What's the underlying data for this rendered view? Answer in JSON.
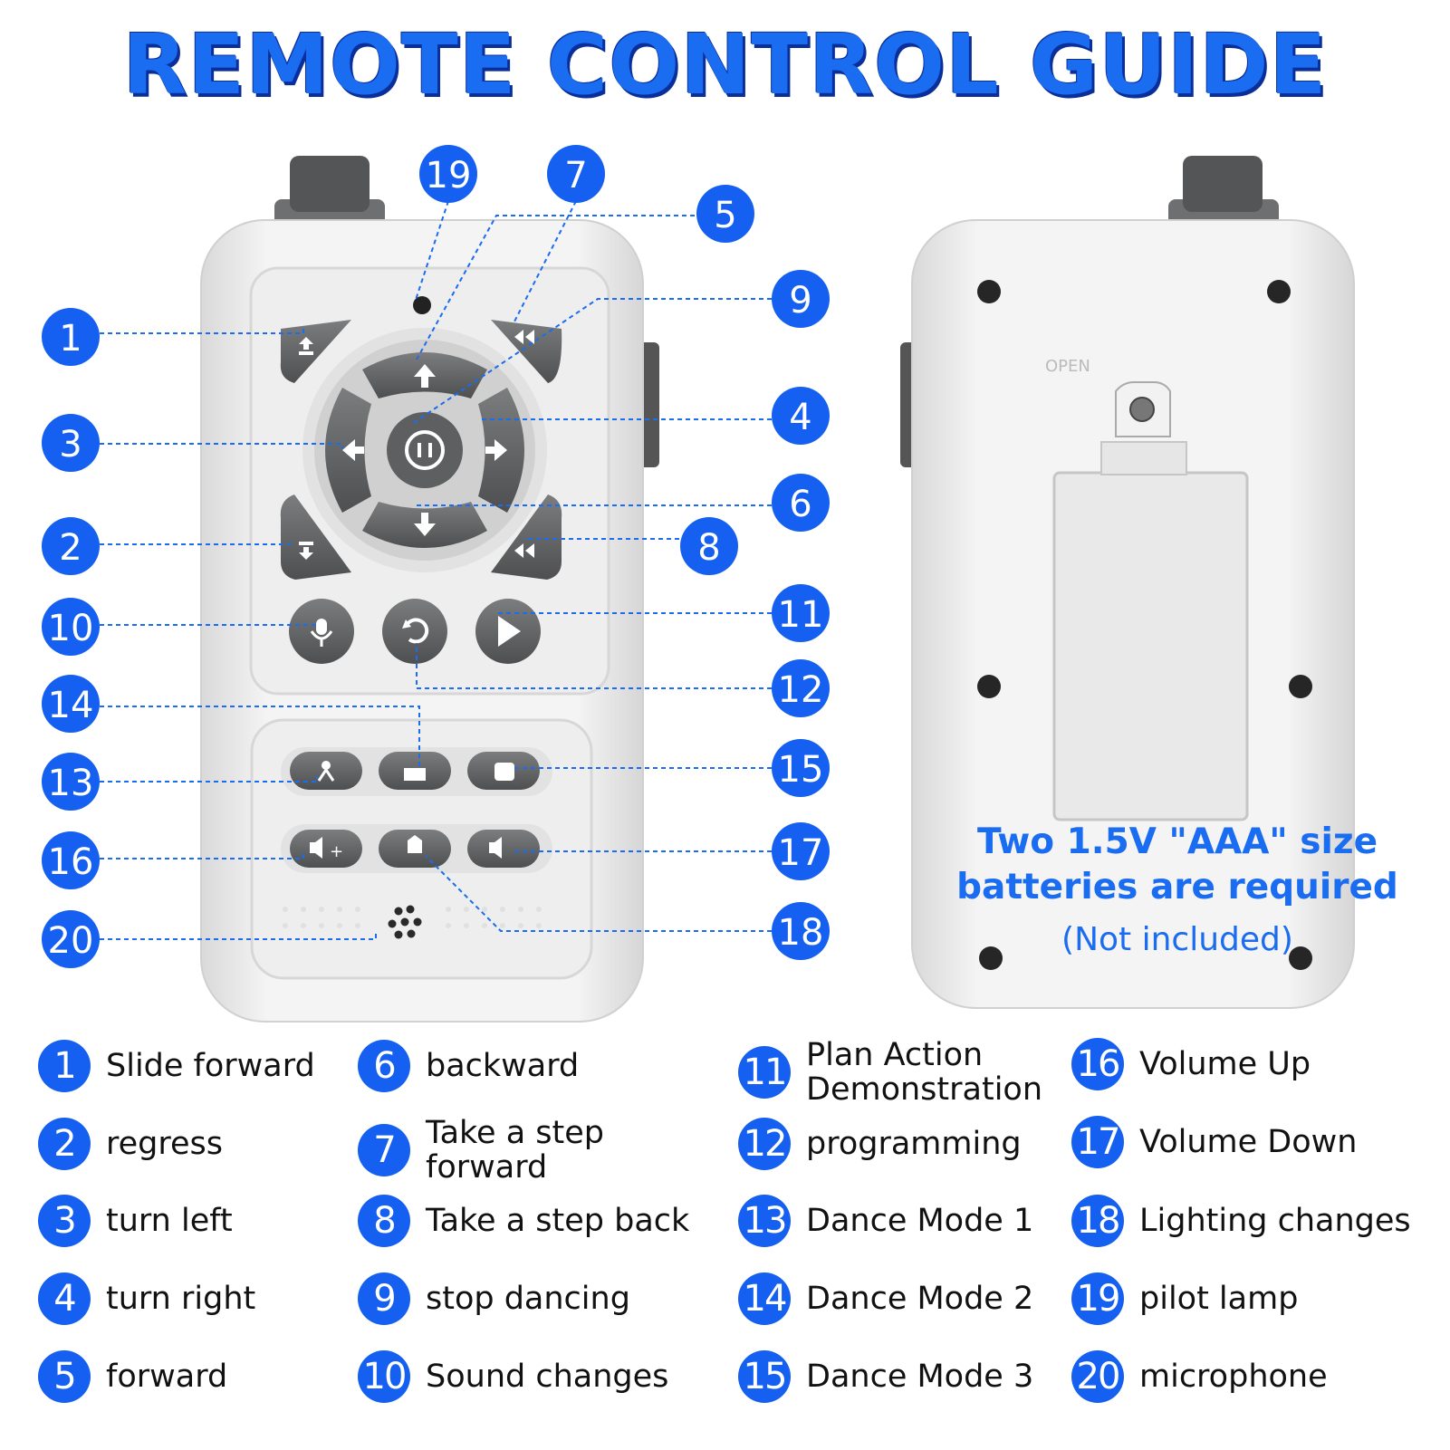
{
  "title": "REMOTE CONTROL GUIDE",
  "battery": {
    "line1": "Two 1.5V \"AAA\" size",
    "line2": "batteries are required",
    "line3": "(Not included)"
  },
  "callouts": [
    "19",
    "7",
    "5",
    "9",
    "1",
    "3",
    "4",
    "6",
    "2",
    "8",
    "10",
    "11",
    "12",
    "14",
    "13",
    "15",
    "16",
    "17",
    "20",
    "18"
  ],
  "legend": [
    {
      "num": "1",
      "label": "Slide forward"
    },
    {
      "num": "2",
      "label": "regress"
    },
    {
      "num": "3",
      "label": "turn left"
    },
    {
      "num": "4",
      "label": "turn right"
    },
    {
      "num": "5",
      "label": "forward"
    },
    {
      "num": "6",
      "label": "backward"
    },
    {
      "num": "7",
      "label": "Take a step\nforward"
    },
    {
      "num": "8",
      "label": "Take a step back"
    },
    {
      "num": "9",
      "label": "stop dancing"
    },
    {
      "num": "10",
      "label": "Sound changes"
    },
    {
      "num": "11",
      "label": "Plan Action\nDemonstration"
    },
    {
      "num": "12",
      "label": "programming"
    },
    {
      "num": "13",
      "label": "Dance Mode 1"
    },
    {
      "num": "14",
      "label": "Dance Mode 2"
    },
    {
      "num": "15",
      "label": "Dance Mode 3"
    },
    {
      "num": "16",
      "label": "Volume Up"
    },
    {
      "num": "17",
      "label": "Volume Down"
    },
    {
      "num": "18",
      "label": "Lighting changes"
    },
    {
      "num": "19",
      "label": "pilot lamp"
    },
    {
      "num": "20",
      "label": "microphone"
    }
  ],
  "colors": {
    "accent": "#1560f0",
    "button": "#6e6f70",
    "body": "#f0f0f0"
  }
}
